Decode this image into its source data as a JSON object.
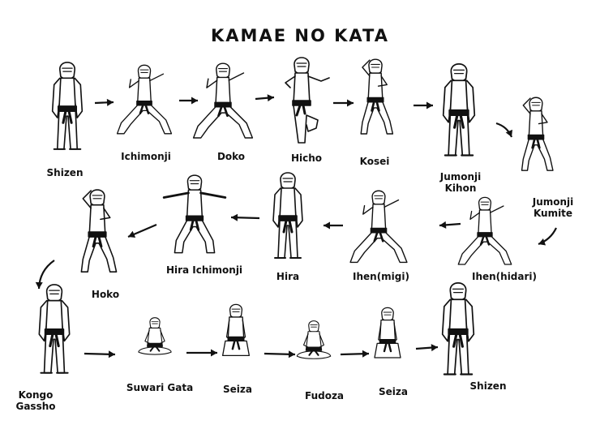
{
  "title": "KAMAE NO KATA",
  "poses": [
    {
      "id": "shizen-1",
      "label": "Shizen",
      "kind": "stand"
    },
    {
      "id": "ichimonji",
      "label": "Ichimonji",
      "kind": "lunge"
    },
    {
      "id": "doko",
      "label": "Doko",
      "kind": "lunge"
    },
    {
      "id": "hicho",
      "label": "Hicho",
      "kind": "crane"
    },
    {
      "id": "kosei",
      "label": "Kosei",
      "kind": "guard"
    },
    {
      "id": "jumonji-kihon",
      "label": "Jumonji\nKihon",
      "kind": "stand"
    },
    {
      "id": "jumonji-kumite",
      "label": "Jumonji\nKumite",
      "kind": "guard"
    },
    {
      "id": "ihen-hidari",
      "label": "Ihen(hidari)",
      "kind": "lunge"
    },
    {
      "id": "ihen-migi",
      "label": "Ihen(migi)",
      "kind": "lunge"
    },
    {
      "id": "hira",
      "label": "Hira",
      "kind": "stand"
    },
    {
      "id": "hira-ichimonji",
      "label": "Hira Ichimonji",
      "kind": "wide"
    },
    {
      "id": "hoko",
      "label": "Hoko",
      "kind": "guard"
    },
    {
      "id": "kongo-gassho",
      "label": "Kongo\nGassho",
      "kind": "stand"
    },
    {
      "id": "suwari-gata",
      "label": "Suwari Gata",
      "kind": "seated"
    },
    {
      "id": "seiza-1",
      "label": "Seiza",
      "kind": "kneel"
    },
    {
      "id": "fudoza",
      "label": "Fudoza",
      "kind": "seated"
    },
    {
      "id": "seiza-2",
      "label": "Seiza",
      "kind": "kneel"
    },
    {
      "id": "shizen-2",
      "label": "Shizen",
      "kind": "stand"
    }
  ],
  "sequence": [
    [
      "shizen-1",
      "ichimonji"
    ],
    [
      "ichimonji",
      "doko"
    ],
    [
      "doko",
      "hicho"
    ],
    [
      "hicho",
      "kosei"
    ],
    [
      "kosei",
      "jumonji-kihon"
    ],
    [
      "jumonji-kihon",
      "jumonji-kumite"
    ],
    [
      "jumonji-kumite",
      "ihen-hidari"
    ],
    [
      "ihen-hidari",
      "ihen-migi"
    ],
    [
      "ihen-migi",
      "hira"
    ],
    [
      "hira",
      "hira-ichimonji"
    ],
    [
      "hira-ichimonji",
      "hoko"
    ],
    [
      "hoko",
      "kongo-gassho"
    ],
    [
      "kongo-gassho",
      "suwari-gata"
    ],
    [
      "suwari-gata",
      "seiza-1"
    ],
    [
      "seiza-1",
      "fudoza"
    ],
    [
      "fudoza",
      "seiza-2"
    ],
    [
      "seiza-2",
      "shizen-2"
    ]
  ],
  "colors": {
    "ink": "#111111",
    "paper": "#ffffff"
  }
}
